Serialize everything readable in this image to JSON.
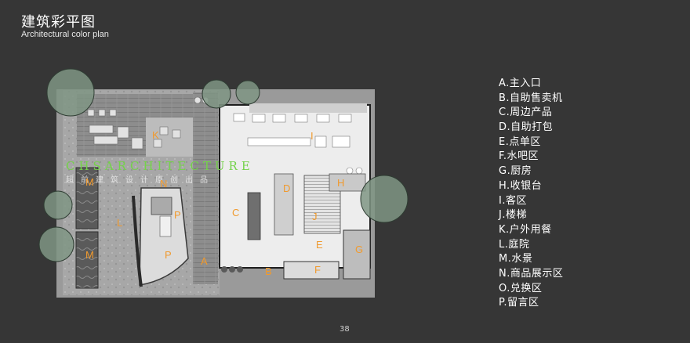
{
  "header": {
    "title_cn": "建筑彩平图",
    "title_en": "Architectural color plan"
  },
  "watermark": {
    "text_en": "CHSARCHITECTURE",
    "text_cn": "超前建筑设计原创出品"
  },
  "plan_labels": [
    {
      "id": "A",
      "text": "A"
    },
    {
      "id": "B",
      "text": "B"
    },
    {
      "id": "C",
      "text": "C"
    },
    {
      "id": "D",
      "text": "D"
    },
    {
      "id": "E",
      "text": "E"
    },
    {
      "id": "F",
      "text": "F"
    },
    {
      "id": "G",
      "text": "G"
    },
    {
      "id": "H",
      "text": "H"
    },
    {
      "id": "I",
      "text": "I"
    },
    {
      "id": "J",
      "text": "J"
    },
    {
      "id": "K",
      "text": "K"
    },
    {
      "id": "L",
      "text": "L"
    },
    {
      "id": "M1",
      "text": "M"
    },
    {
      "id": "M2",
      "text": "M"
    },
    {
      "id": "N",
      "text": "N"
    },
    {
      "id": "P1",
      "text": "P"
    },
    {
      "id": "P2",
      "text": "P"
    }
  ],
  "legend": [
    "A.主入口",
    "B.自助售卖机",
    "C.周边产品",
    "D.自助打包",
    "E.点单区",
    "F.水吧区",
    "G.厨房",
    "H.收银台",
    "I.客区",
    "J.楼梯",
    "K.户外用餐",
    "L.庭院",
    "M.水景",
    "N.商品展示区",
    "O.兑换区",
    "P.留言区"
  ],
  "page_number": "38",
  "colors": {
    "background": "#363636",
    "label": "#f09a2e",
    "watermark": "#74d24a"
  }
}
